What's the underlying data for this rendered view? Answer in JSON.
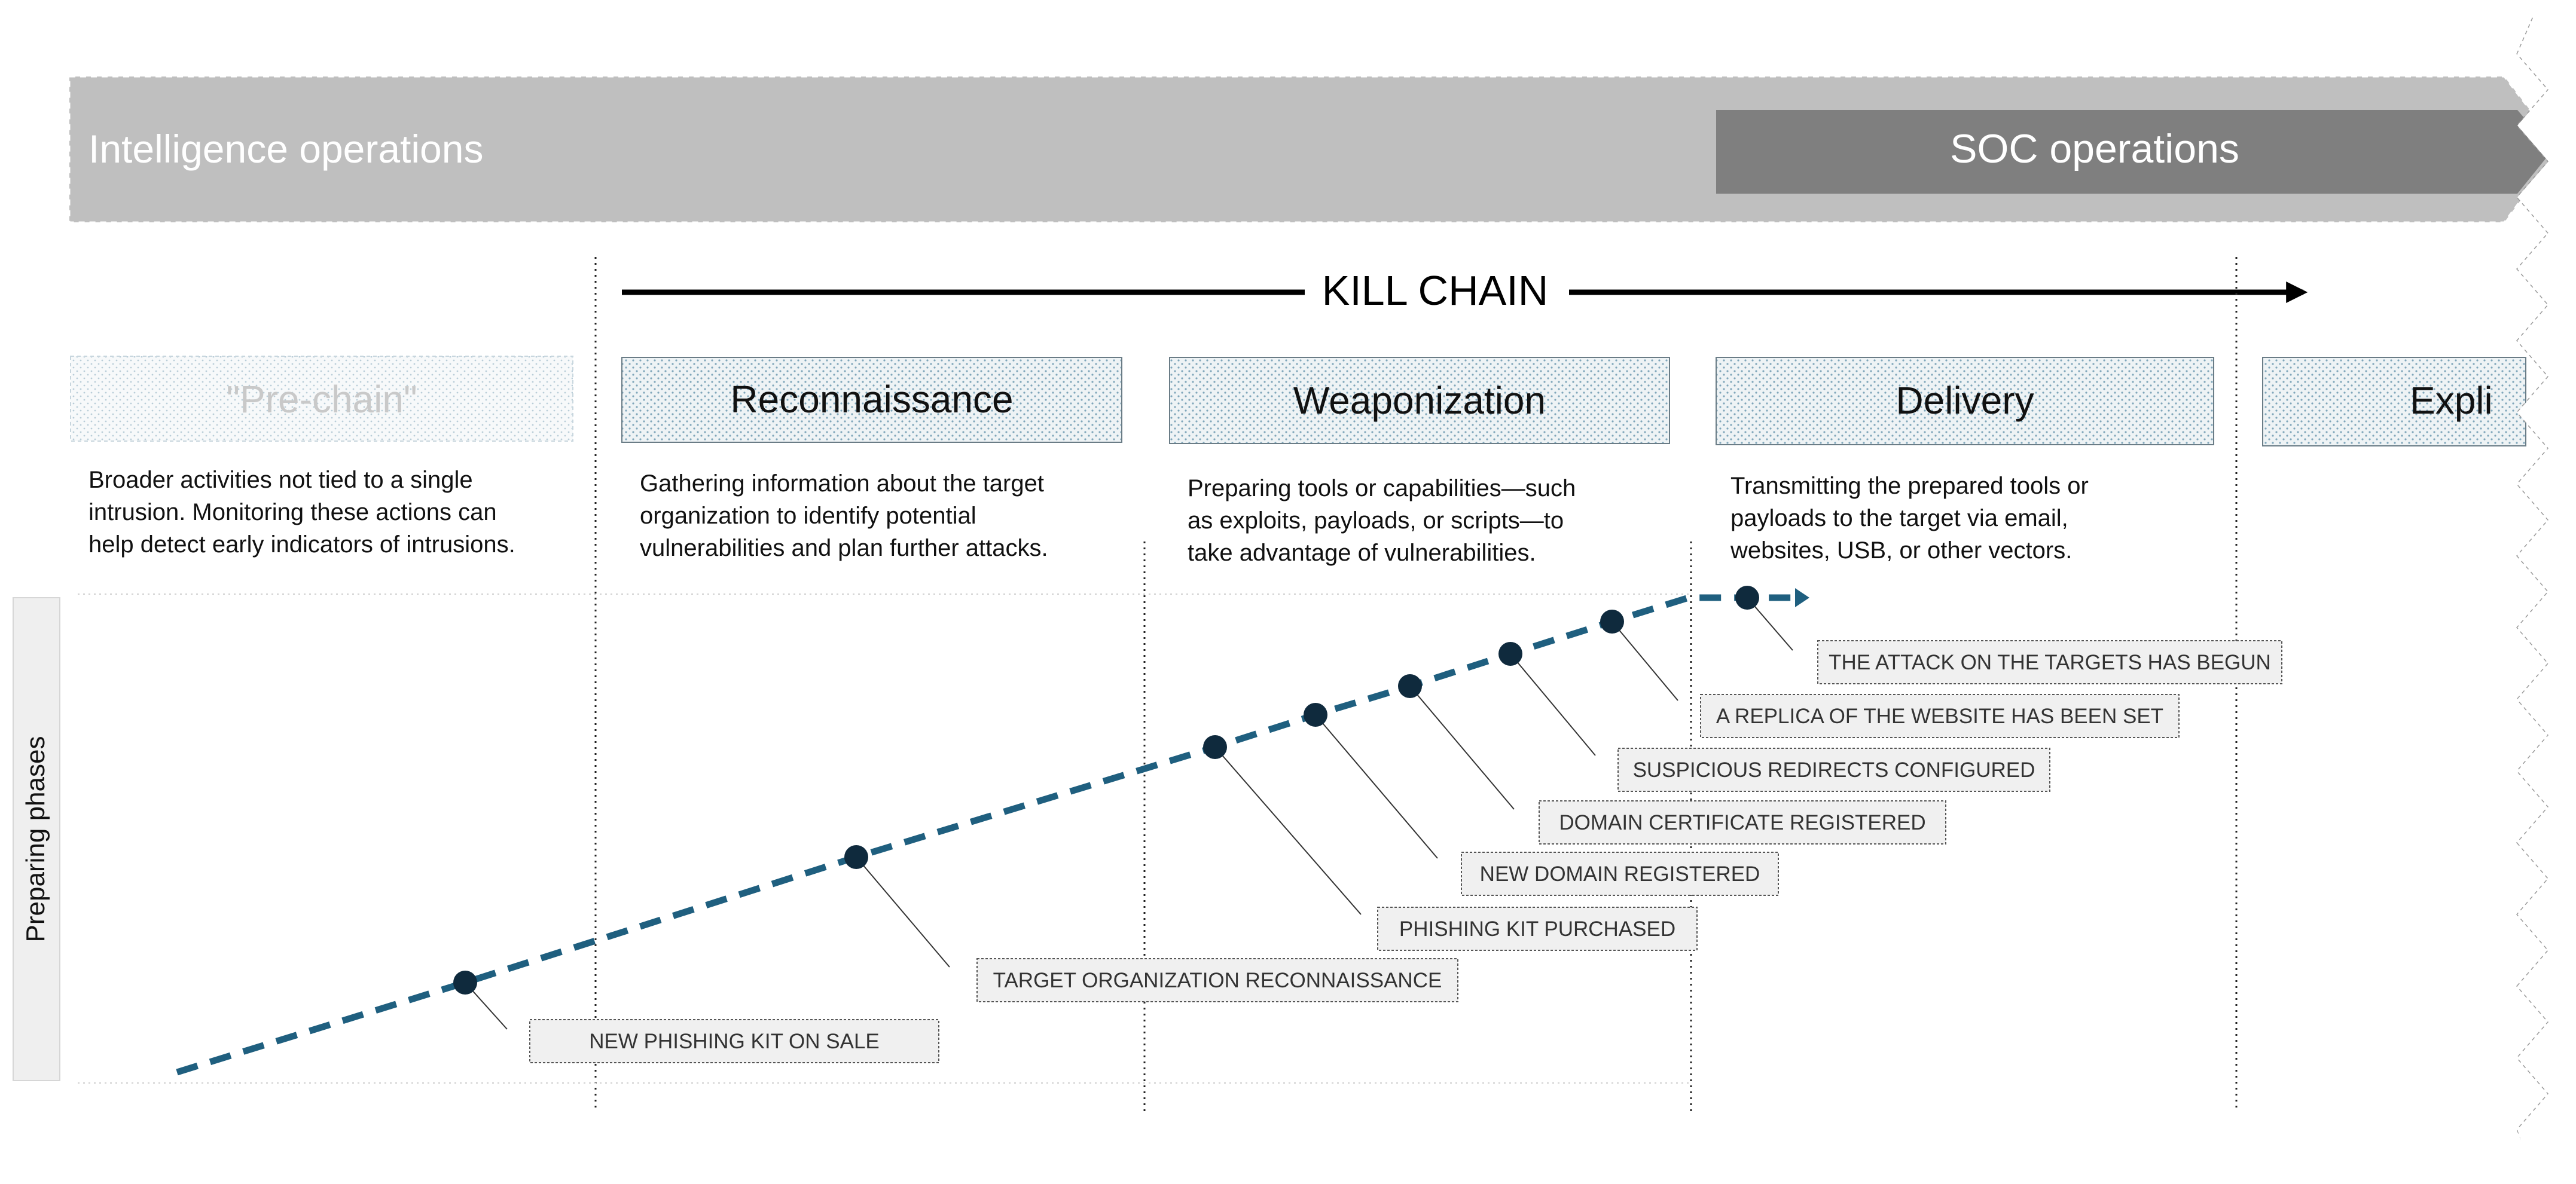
{
  "banner": {
    "intel_label": "Intelligence operations",
    "soc_label": "SOC operations"
  },
  "kill_chain": {
    "label": "KILL CHAIN"
  },
  "phases": [
    {
      "title": "\"Pre-chain\"",
      "desc": [
        "Broader activities not tied to a single",
        "intrusion. Monitoring these actions can",
        "help detect early indicators of intrusions."
      ]
    },
    {
      "title": "Reconnaissance",
      "desc": [
        "Gathering information about the target",
        "organization to identify potential",
        "vulnerabilities and plan further attacks."
      ]
    },
    {
      "title": "Weaponization",
      "desc": [
        "Preparing tools or capabilities—such",
        "as exploits, payloads, or scripts—to",
        "take advantage of vulnerabilities."
      ]
    },
    {
      "title": "Delivery",
      "desc": [
        "Transmitting the prepared tools or",
        "payloads to the target via email,",
        "websites, USB, or other vectors."
      ]
    },
    {
      "title": "Expli",
      "desc": []
    }
  ],
  "side_label": "Preparing phases",
  "events": [
    "NEW PHISHING KIT ON SALE",
    "TARGET ORGANIZATION RECONNAISSANCE",
    "PHISHING KIT PURCHASED",
    "NEW DOMAIN REGISTERED",
    "DOMAIN CERTIFICATE REGISTERED",
    "SUSPICIOUS REDIRECTS CONFIGURED",
    "A REPLICA OF THE WEBSITE HAS BEEN SET",
    "THE ATTACK ON THE TARGETS HAS BEGUN"
  ],
  "colors": {
    "banner_light": "#bfbfbf",
    "banner_dark": "#7f7f7f",
    "timeline": "#1f5f7f",
    "dot": "#0f2a3d",
    "header_dots": "#5b8fa8"
  }
}
